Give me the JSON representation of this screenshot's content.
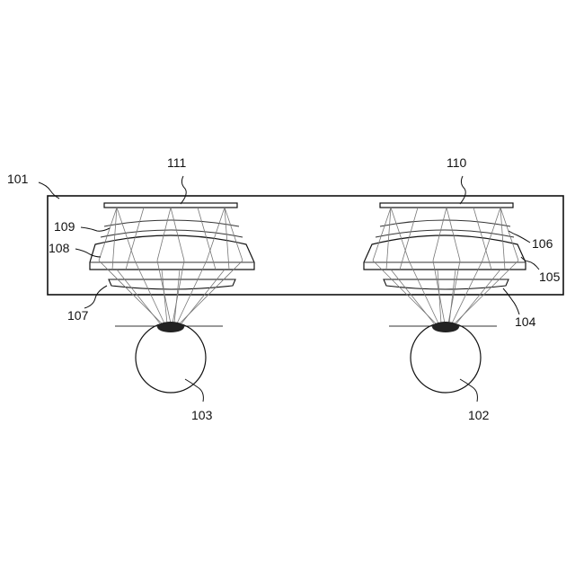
{
  "labels": {
    "housing": "101",
    "eye_right": "102",
    "eye_left": "103",
    "lens_104": "104",
    "plate_105": "105",
    "surface_106": "106",
    "lens_107": "107",
    "plate_108": "108",
    "surface_109": "109",
    "display_110": "110",
    "display_111": "111"
  },
  "colors": {
    "line": "#111111",
    "ray": "#777777",
    "background": "#ffffff"
  }
}
